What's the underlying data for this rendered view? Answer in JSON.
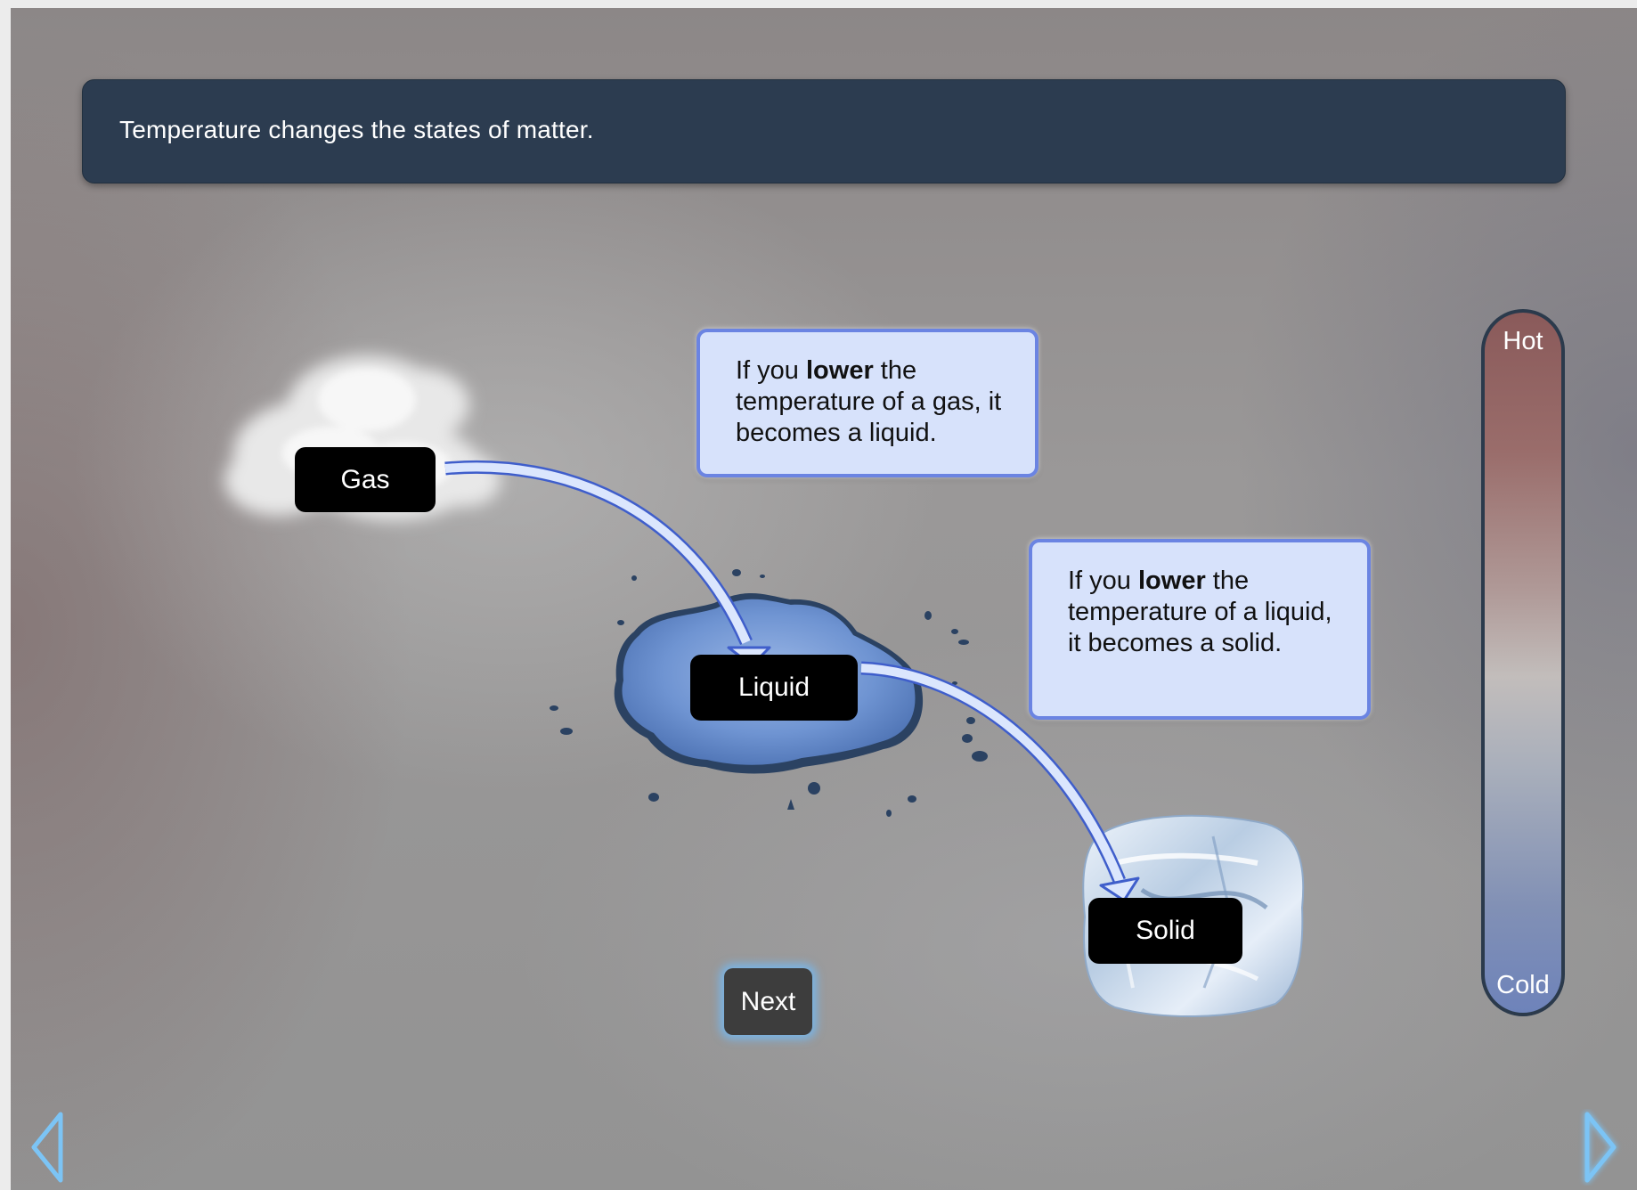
{
  "header": {
    "text": "Temperature changes the states of matter."
  },
  "states": {
    "gas": "Gas",
    "liquid": "Liquid",
    "solid": "Solid"
  },
  "callouts": [
    {
      "prefix": "If you ",
      "bold": "lower",
      "suffix": " the temperature of a gas, it becomes a liquid."
    },
    {
      "prefix": "If you ",
      "bold": "lower",
      "suffix": " the temperature of a liquid, it becomes a solid."
    }
  ],
  "thermometer": {
    "hot_label": "Hot",
    "cold_label": "Cold"
  },
  "buttons": {
    "next_label": "Next"
  },
  "icons": {
    "prev": "chevron-left-icon",
    "next": "chevron-right-icon",
    "cloud": "cloud-icon",
    "puddle": "water-puddle-icon",
    "ice": "ice-cube-icon"
  },
  "colors": {
    "banner": "#2c3c50",
    "callout_bg": "#d7e2fb",
    "callout_border": "#6b84e2",
    "arrow_fill": "#dbe6fd",
    "arrow_stroke": "#3f5ecb",
    "nav_arrow": "#7cc4f5"
  }
}
